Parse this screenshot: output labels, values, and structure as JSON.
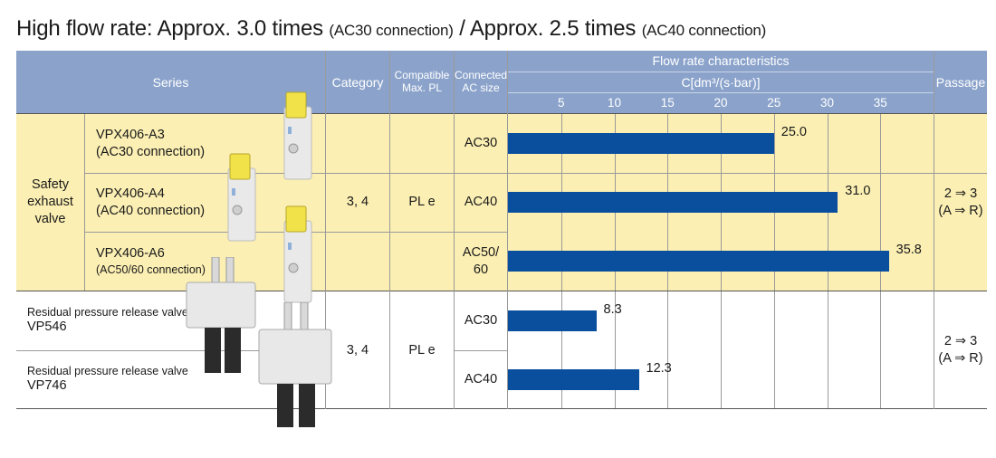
{
  "title": {
    "main1": "High flow rate: Approx. 3.0 times",
    "sub1": "(AC30 connection)",
    "sep": "/",
    "main2": "Approx. 2.5 times",
    "sub2": "(AC40 connection)"
  },
  "headers": {
    "series": "Series",
    "category": "Category",
    "compatible": "Compatible",
    "max_pl": "Max. PL",
    "connected": "Connected",
    "ac_size": "AC size",
    "flow_title": "Flow rate characteristics",
    "flow_unit": "C[dm³/(s·bar)]",
    "passage": "Passage"
  },
  "groups": [
    {
      "name_lines": [
        "Safety",
        "exhaust",
        "valve"
      ],
      "category": "3, 4",
      "pl": "PL e",
      "passage_lines": [
        "2 ⇒ 3",
        "(A ⇒ R)"
      ]
    },
    {
      "category": "3, 4",
      "pl": "PL e",
      "passage_lines": [
        "2 ⇒ 3",
        "(A ⇒ R)"
      ]
    }
  ],
  "rows": [
    {
      "model": "VPX406-A3",
      "connection": "(AC30 connection)",
      "ac_size": "AC30"
    },
    {
      "model": "VPX406-A4",
      "connection": "(AC40 connection)",
      "ac_size": "AC40"
    },
    {
      "model": "VPX406-A6",
      "connection": "(AC50/60 connection)",
      "ac_size_lines": [
        "AC50/",
        "60"
      ]
    },
    {
      "model_label": "Residual pressure release valve",
      "model": "VP546",
      "ac_size": "AC30"
    },
    {
      "model_label": "Residual pressure release valve",
      "model": "VP746",
      "ac_size": "AC40"
    }
  ],
  "chart_data": {
    "type": "bar",
    "orientation": "horizontal",
    "categories": [
      "VPX406-A3 AC30",
      "VPX406-A4 AC40",
      "VPX406-A6 AC50/60",
      "VP546 AC30",
      "VP746 AC40"
    ],
    "values": [
      25.0,
      31.0,
      35.8,
      8.3,
      12.3
    ],
    "value_labels": [
      "25.0",
      "31.0",
      "35.8",
      "8.3",
      "12.3"
    ],
    "xlabel": "C[dm³/(s·bar)]",
    "xticks": [
      5,
      10,
      15,
      20,
      25,
      30,
      35
    ],
    "xtick_labels": [
      "5",
      "10",
      "15",
      "20",
      "25",
      "30",
      "35"
    ],
    "xlim": [
      0,
      40
    ],
    "grid": true,
    "bar_color": "#0a4f9e"
  },
  "colors": {
    "header_bg": "#8ba3cb",
    "yellow_bg": "#fbefb3",
    "bar": "#0a4f9e"
  },
  "icons": [
    "safety-exhaust-valve-image",
    "residual-pressure-release-valve-image"
  ]
}
